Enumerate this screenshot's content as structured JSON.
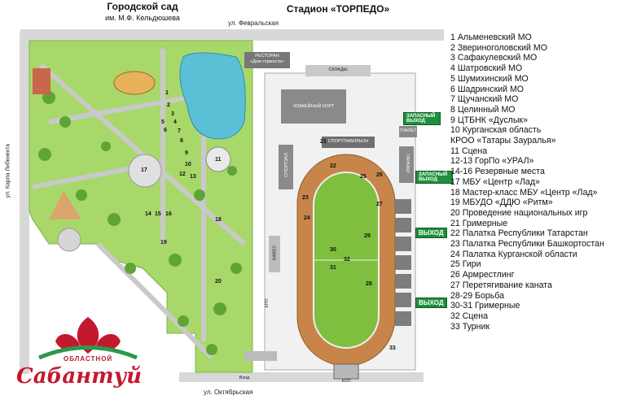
{
  "header": {
    "garden_line1": "Городской сад",
    "garden_line2": "им. М.Ф. Кельдюшева",
    "stadium": "Стадион «ТОРПЕДО»"
  },
  "streets": {
    "fevralskaya": "ул. Февральская",
    "oktyabrskaya": "ул. Октябрьская",
    "karla_libknekhta": "ул. Карла Либкнехта"
  },
  "buildings": {
    "restaurant_line1": "РЕСТОРАН",
    "restaurant_line2": "«Дом торжеств»",
    "sklady": "СКЛАДЫ",
    "hockey": "ХОККЕЙНЫЙ КОРТ",
    "sportpavilion": "СПОРТПАВИЛЬОН",
    "sportzal": "СПОРТЗАЛ",
    "garazhi": "ГАРАЖИ",
    "naves": "НАВЕС",
    "tualet": "ТУАЛЕТ",
    "kpp1": "КПП",
    "kpp2": "КПП",
    "vhod": "Вход"
  },
  "exits": {
    "spare1": "ЗАПАСНЫЙ ВЫХОД",
    "spare2": "ЗАПАСНЫЙ ВЫХОД",
    "exit1": "ВЫХОД",
    "exit2": "ВЫХОД"
  },
  "map_numbers": {
    "n1": "1",
    "n2": "2",
    "n3": "3",
    "n4": "4",
    "n5": "5",
    "n6": "6",
    "n7": "7",
    "n8": "8",
    "n9": "9",
    "n10": "10",
    "n11": "11",
    "n12": "12",
    "n13": "13",
    "n14": "14",
    "n15": "15",
    "n16": "16",
    "n17": "17",
    "n18": "18",
    "n19": "19",
    "n20": "20",
    "n21": "21",
    "n22": "22",
    "n23": "23",
    "n24": "24",
    "n25": "25",
    "n26": "26",
    "n27": "27",
    "n28": "28",
    "n29": "29",
    "n30": "30",
    "n31": "31",
    "n32": "32",
    "n33": "33"
  },
  "legend": [
    "1 Альменевский МО",
    "2 Звериноголовский МО",
    "3 Сафакулевский МО",
    "4 Шатровский МО",
    "5 Шумихинский МО",
    "6 Шадринский МО",
    "7 Щучанский МО",
    "8 Целинный МО",
    "9 ЦТБНК «Дуслык»",
    "10 Курганская область",
    "    КРОО «Татары Зауралья»",
    "11 Сцена",
    "12-13 ГорПо «УРАЛ»",
    "14-16 Резервные места",
    "17 МБУ «Центр «Лад»",
    "18 Мастер-класс МБУ «Центр «Лад»",
    "19 МБУДО «ДДЮ «Ритм»",
    "20 Проведение национальных игр",
    "21 Гримерные",
    "22 Палатка Республики Татарстан",
    "23 Палатка Республики Башкортостан",
    "24 Палатка Курганской области",
    "25 Гири",
    "26 Армрестлинг",
    "27 Перетягивание каната",
    "28-29 Борьба",
    "30-31 Гримерные",
    "32 Сцена",
    "33 Турник"
  ],
  "logo": {
    "top": "ОБЛАСТНОЙ",
    "main": "Сабантуй"
  },
  "colors": {
    "park_green": "#a8d86a",
    "path_grey": "#c9c9c9",
    "water": "#5bbfd6",
    "track": "#c8854a",
    "field": "#7fbf3f",
    "exit_green": "#1e8f3a",
    "logo_red": "#c4182f"
  }
}
